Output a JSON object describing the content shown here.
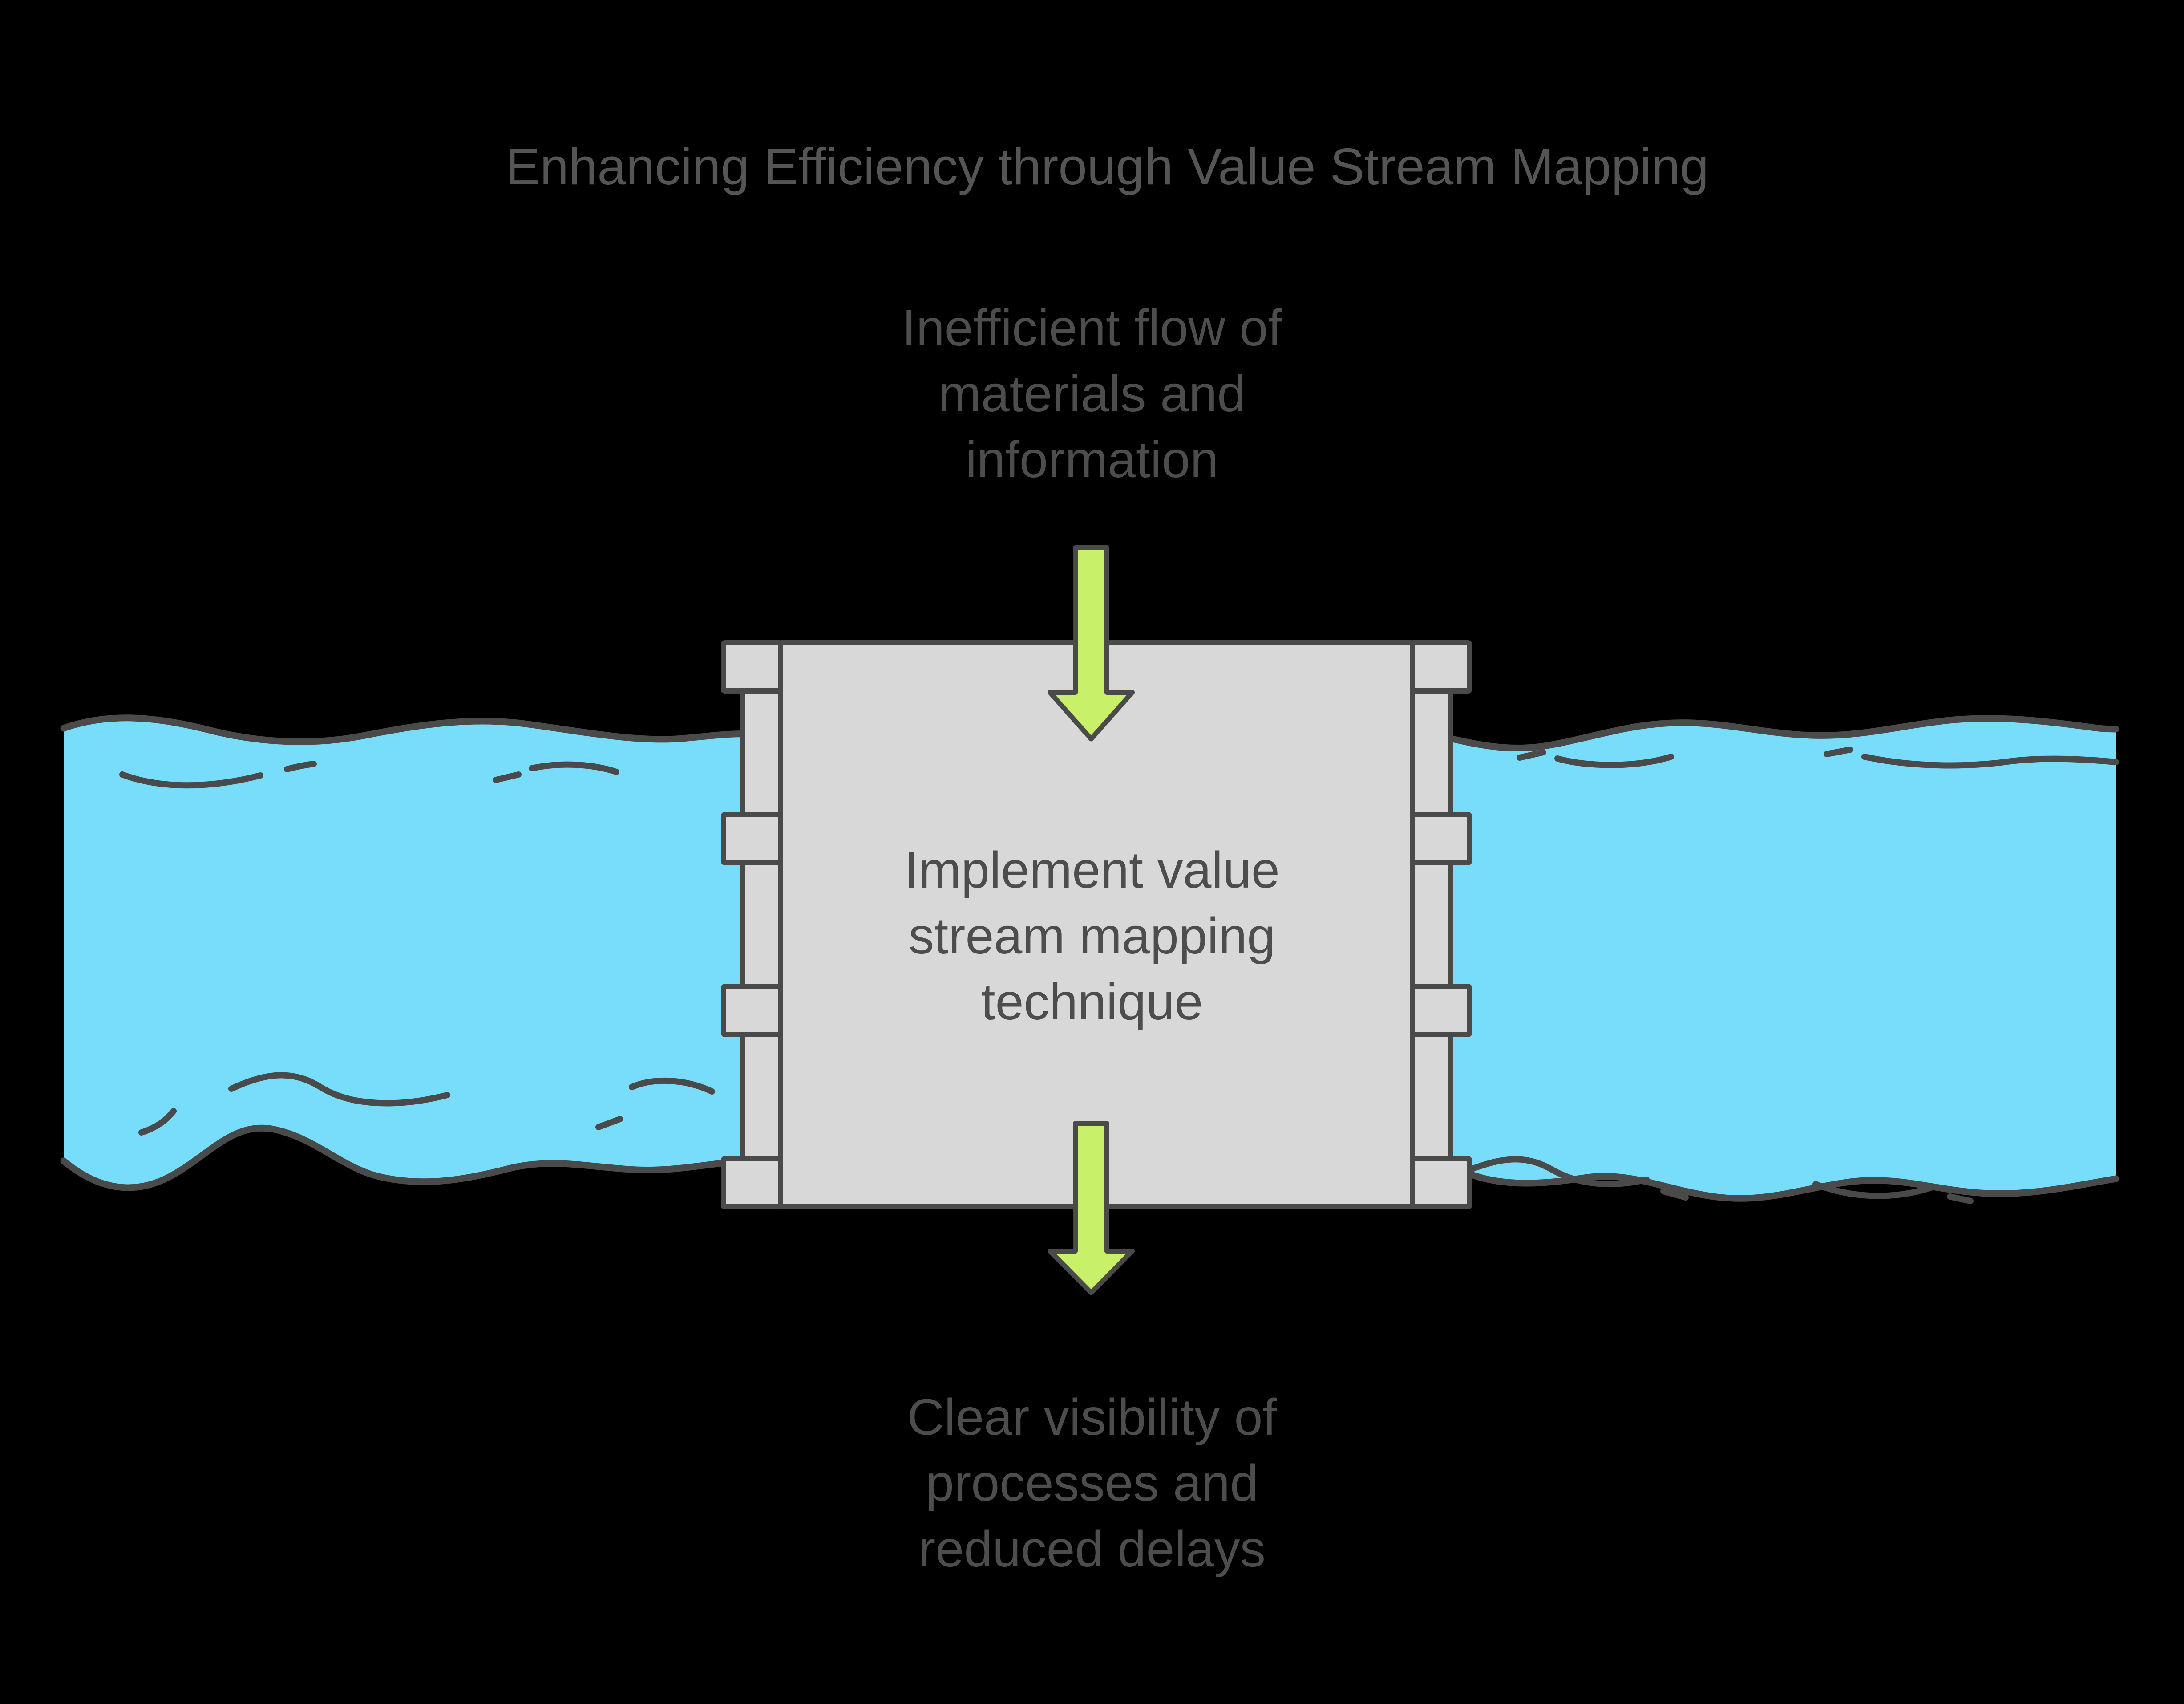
{
  "title": "Enhancing Efficiency through Value Stream Mapping",
  "flow": {
    "input": {
      "lines": [
        "Inefficient flow of",
        "materials and",
        "information"
      ]
    },
    "process": {
      "lines": [
        "Implement value",
        "stream mapping",
        "technique"
      ]
    },
    "output": {
      "lines": [
        "Clear visibility of",
        "processes and",
        "reduced delays"
      ]
    }
  },
  "icons": {
    "input_arrow": "arrow-down",
    "output_arrow": "arrow-down"
  },
  "colors": {
    "background": "#000000",
    "water": "#78DDFB",
    "outline": "#4A4A4A",
    "box_fill": "#D8D8D8",
    "arrow_fill": "#C9F069",
    "title_text": "#555555",
    "body_text": "#4D4D4D"
  }
}
